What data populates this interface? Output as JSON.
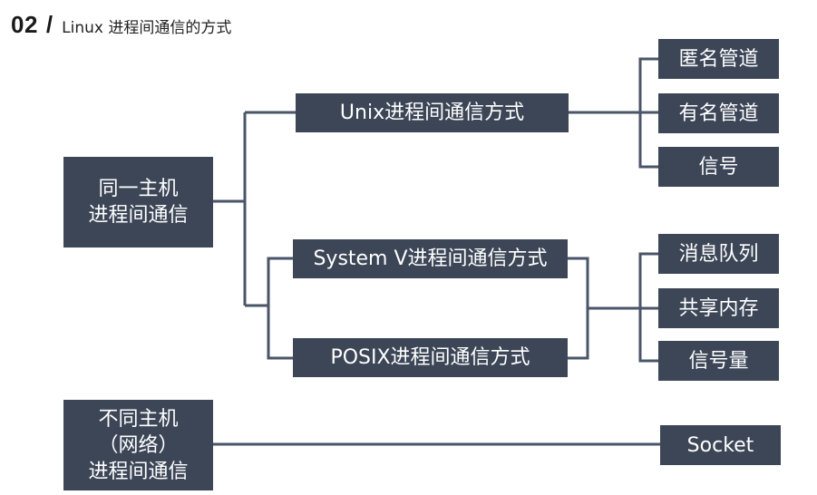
{
  "header": {
    "number": "02",
    "slash": "/",
    "title": "Linux 进程间通信的方式"
  },
  "colors": {
    "box_fill": "#3c4657",
    "line": "#4a5568"
  },
  "nodes": {
    "same_host": "同一主机\n进程间通信",
    "diff_host": "不同主机\n（网络）\n进程间通信",
    "unix": "Unix进程间通信方式",
    "sysv": "System V进程间通信方式",
    "posix": "POSIX进程间通信方式",
    "anon_pipe": "匿名管道",
    "named_pipe": "有名管道",
    "signal": "信号",
    "msg_queue": "消息队列",
    "shared_mem": "共享内存",
    "semaphore": "信号量",
    "socket": "Socket"
  }
}
